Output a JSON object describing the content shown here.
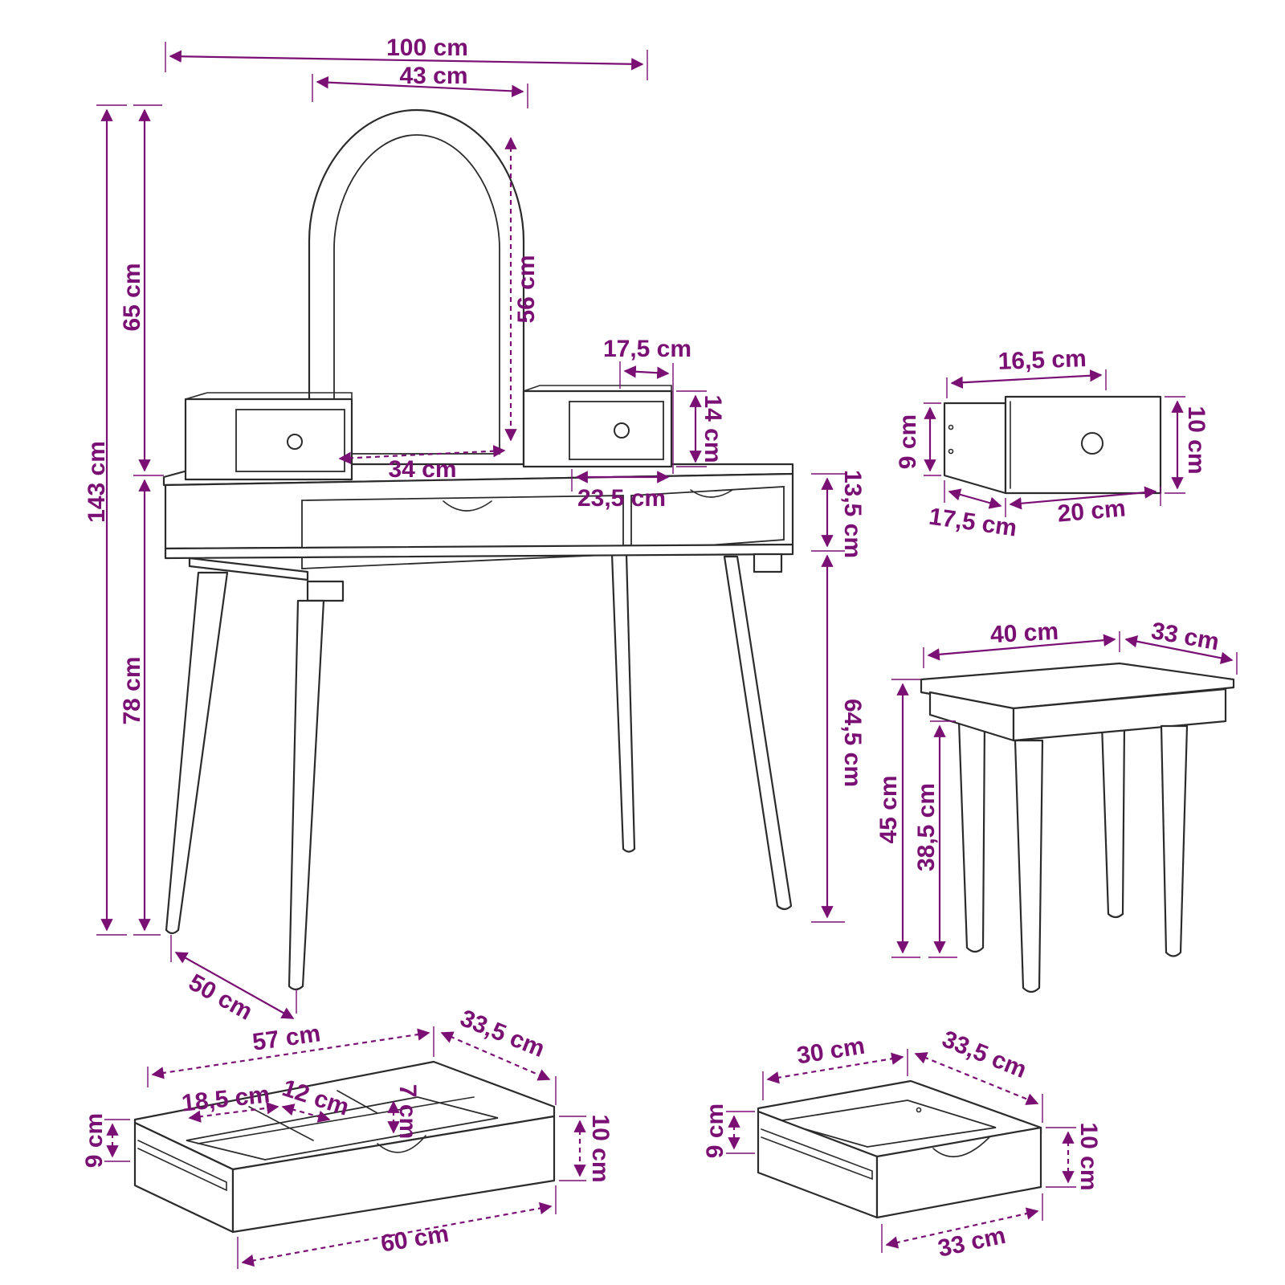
{
  "colors": {
    "dimension": "#7a0f74",
    "outline": "#2b2b2b",
    "background": "#ffffff"
  },
  "vanity": {
    "total_width": "100 cm",
    "mirror_frame_width": "43 cm",
    "mirror_glass_width": "34 cm",
    "mirror_height": "56 cm",
    "upper_section_height": "65 cm",
    "total_height": "143 cm",
    "table_height": "78 cm",
    "leg_height": "64,5 cm",
    "apron_height": "13,5 cm",
    "depth": "50 cm",
    "small_drawer_width": "17,5 cm",
    "small_drawer_height": "14 cm",
    "gap_between_boxes": "23,5 cm"
  },
  "small_drawer": {
    "width_top": "16,5 cm",
    "inner_height": "9 cm",
    "front_height": "10 cm",
    "depth": "17,5 cm",
    "front_width": "20 cm"
  },
  "stool": {
    "width": "40 cm",
    "depth": "33 cm",
    "height": "45 cm",
    "leg_height": "38,5 cm"
  },
  "large_drawer": {
    "inner_length": "57 cm",
    "depth": "33,5 cm",
    "compartment_width": "18,5 cm",
    "compartment_depth": "12 cm",
    "divider_height": "7 cm",
    "inner_height": "9 cm",
    "front_height": "10 cm",
    "front_width": "60 cm"
  },
  "medium_drawer": {
    "inner_length": "30 cm",
    "depth": "33,5 cm",
    "inner_height": "9 cm",
    "front_height": "10 cm",
    "front_width": "33 cm"
  }
}
